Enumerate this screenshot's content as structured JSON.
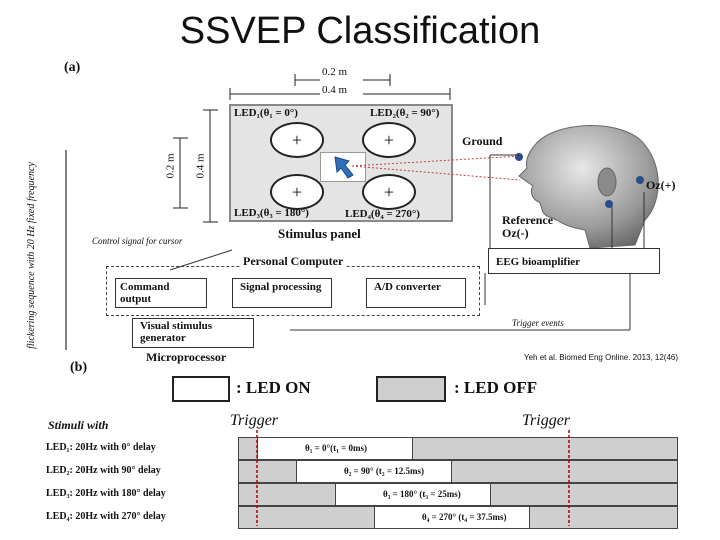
{
  "title": "SSVEP Classification",
  "citation": "Yeh et al. Biomed Eng Online. 2013, 12(46)",
  "part_a": {
    "label": "(a)",
    "dim_top_small": "0.2 m",
    "dim_top_large": "0.4 m",
    "dim_left_small": "0.2 m",
    "dim_left_large": "0.4 m",
    "led1": "LED₁(θ₁ = 0°)",
    "led2": "LED₂(θ₂ = 90°)",
    "led3": "LED₃(θ₃ = 180°)",
    "led4": "LED₄(θ₄ = 270°)",
    "stimulus_panel": "Stimulus panel",
    "ground": "Ground",
    "oz_plus": "Oz(+)",
    "reference": "Reference",
    "oz_minus": "Oz(-)",
    "personal_computer": "Personal Computer",
    "eeg_bioamplifier": "EEG bioamplifier",
    "command_output": "Command output",
    "signal_processing": "Signal processing",
    "ad_converter": "A/D converter",
    "visual_stimulus_generator": "Visual stimulus generator",
    "microprocessor": "Microprocessor",
    "control_signal": "Control signal for cursor",
    "trigger_events": "Trigger events",
    "side_note": "flickering sequence with 20 Hz fixed frequency"
  },
  "part_b": {
    "label": "(b)",
    "led_on": ": LED ON",
    "led_off": ": LED OFF",
    "stimuli_with": "Stimuli with",
    "trigger_left": "Trigger",
    "trigger_right": "Trigger",
    "rows": [
      {
        "label": "LED₁: 20Hz with 0° delay",
        "phase": "θ₁ = 0°(t₁ = 0ms)",
        "on_fraction": 0.0
      },
      {
        "label": "LED₂: 20Hz with 90° delay",
        "phase": "θ₂ = 90° (t₂ = 12.5ms)",
        "on_fraction": 0.25
      },
      {
        "label": "LED₃: 20Hz with 180° delay",
        "phase": "θ₃ = 180° (t₃ = 25ms)",
        "on_fraction": 0.5
      },
      {
        "label": "LED₄: 20Hz with 270° delay",
        "phase": "θ₄ = 270° (t₄ = 37.5ms)",
        "on_fraction": 0.75
      }
    ]
  }
}
